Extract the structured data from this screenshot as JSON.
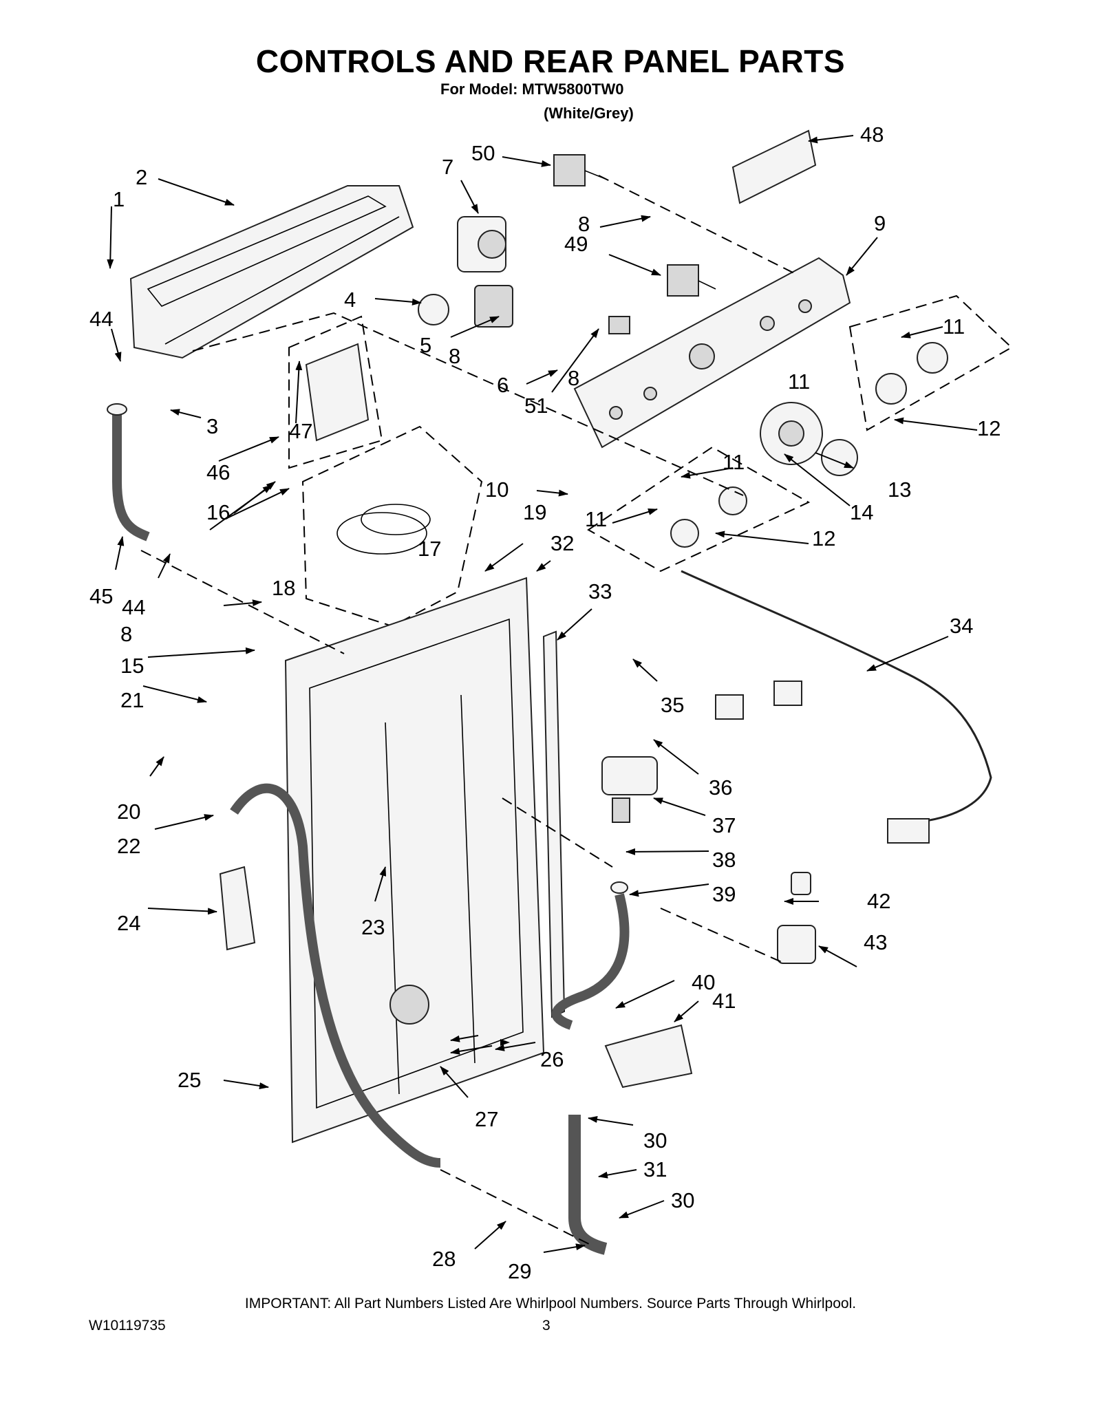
{
  "header": {
    "title": "CONTROLS AND REAR PANEL PARTS",
    "model_line": "For Model: MTW5800TW0",
    "color_line": "(White/Grey)"
  },
  "callouts": [
    "1",
    "2",
    "3",
    "4",
    "5",
    "6",
    "7",
    "8",
    "9",
    "10",
    "11",
    "12",
    "13",
    "14",
    "15",
    "16",
    "17",
    "18",
    "19",
    "20",
    "21",
    "22",
    "23",
    "24",
    "25",
    "26",
    "27",
    "28",
    "29",
    "30",
    "31",
    "32",
    "33",
    "34",
    "35",
    "36",
    "37",
    "38",
    "39",
    "40",
    "41",
    "42",
    "43",
    "44",
    "45",
    "46",
    "47",
    "48",
    "49",
    "50",
    "51"
  ],
  "footer": {
    "note": "IMPORTANT: All Part Numbers Listed Are Whirlpool Numbers. Source Parts Through Whirlpool.",
    "doc_number": "W10119735",
    "page_number": "3"
  }
}
